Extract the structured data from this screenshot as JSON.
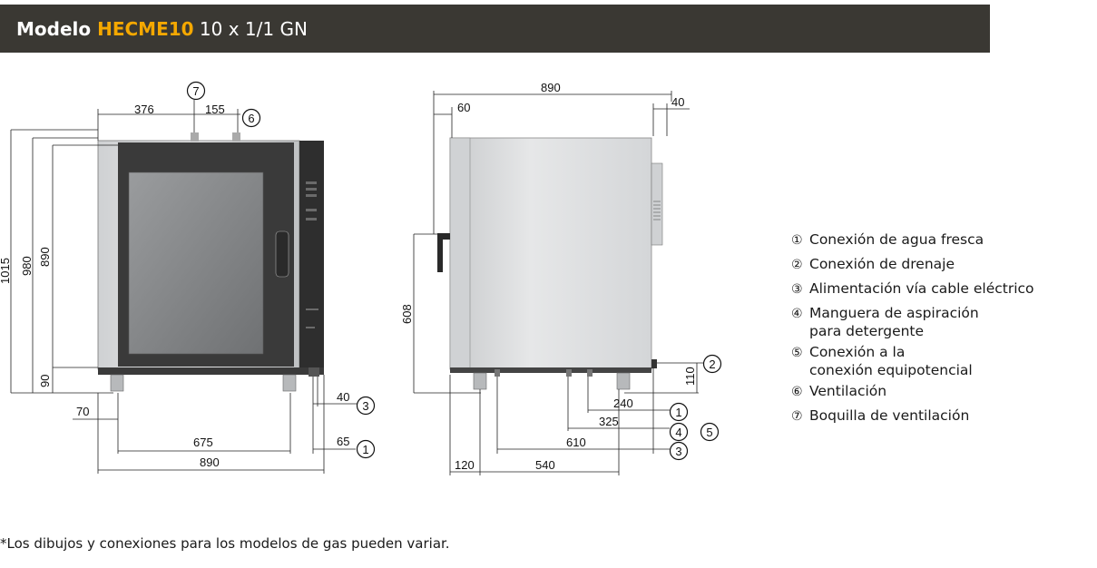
{
  "header": {
    "prefix": "Modelo ",
    "model": "HECME10",
    "suffix": " 10 x 1/1 GN",
    "colors": {
      "bar": "#3a3833",
      "model": "#f5a800"
    }
  },
  "front_view": {
    "dimensions": {
      "top_left": "376",
      "top_right": "155",
      "height_total": "1015",
      "height_980": "980",
      "height_890": "890",
      "feet": "90",
      "left_offset": "70",
      "feet_span": "675",
      "width": "890",
      "conn_40": "40",
      "conn_65": "65"
    },
    "badges": {
      "top": "7",
      "top_right": "6",
      "right_upper": "3",
      "right_lower": "1"
    }
  },
  "side_view": {
    "dimensions": {
      "depth": "890",
      "top_60": "60",
      "top_40": "40",
      "handle_height": "608",
      "drain_height": "110",
      "d240": "240",
      "d325": "325",
      "d610": "610",
      "d120": "120",
      "d540": "540"
    },
    "badges": {
      "drain": "2",
      "d240": "1",
      "d325_a": "4",
      "d325_b": "5",
      "d610": "3"
    }
  },
  "legend": [
    {
      "num": "①",
      "text": "Conexión de agua fresca"
    },
    {
      "num": "②",
      "text": "Conexión de drenaje"
    },
    {
      "num": "③",
      "text": "Alimentación vía cable eléctrico"
    },
    {
      "num": "④",
      "text": "Manguera de aspiración",
      "cont": "para detergente"
    },
    {
      "num": "⑤",
      "text": "Conexión a la",
      "cont": "conexión equipotencial"
    },
    {
      "num": "⑥",
      "text": "Ventilación"
    },
    {
      "num": "⑦",
      "text": "Boquilla de ventilación"
    }
  ],
  "footnote": "*Los dibujos y conexiones para los modelos de gas pueden variar."
}
